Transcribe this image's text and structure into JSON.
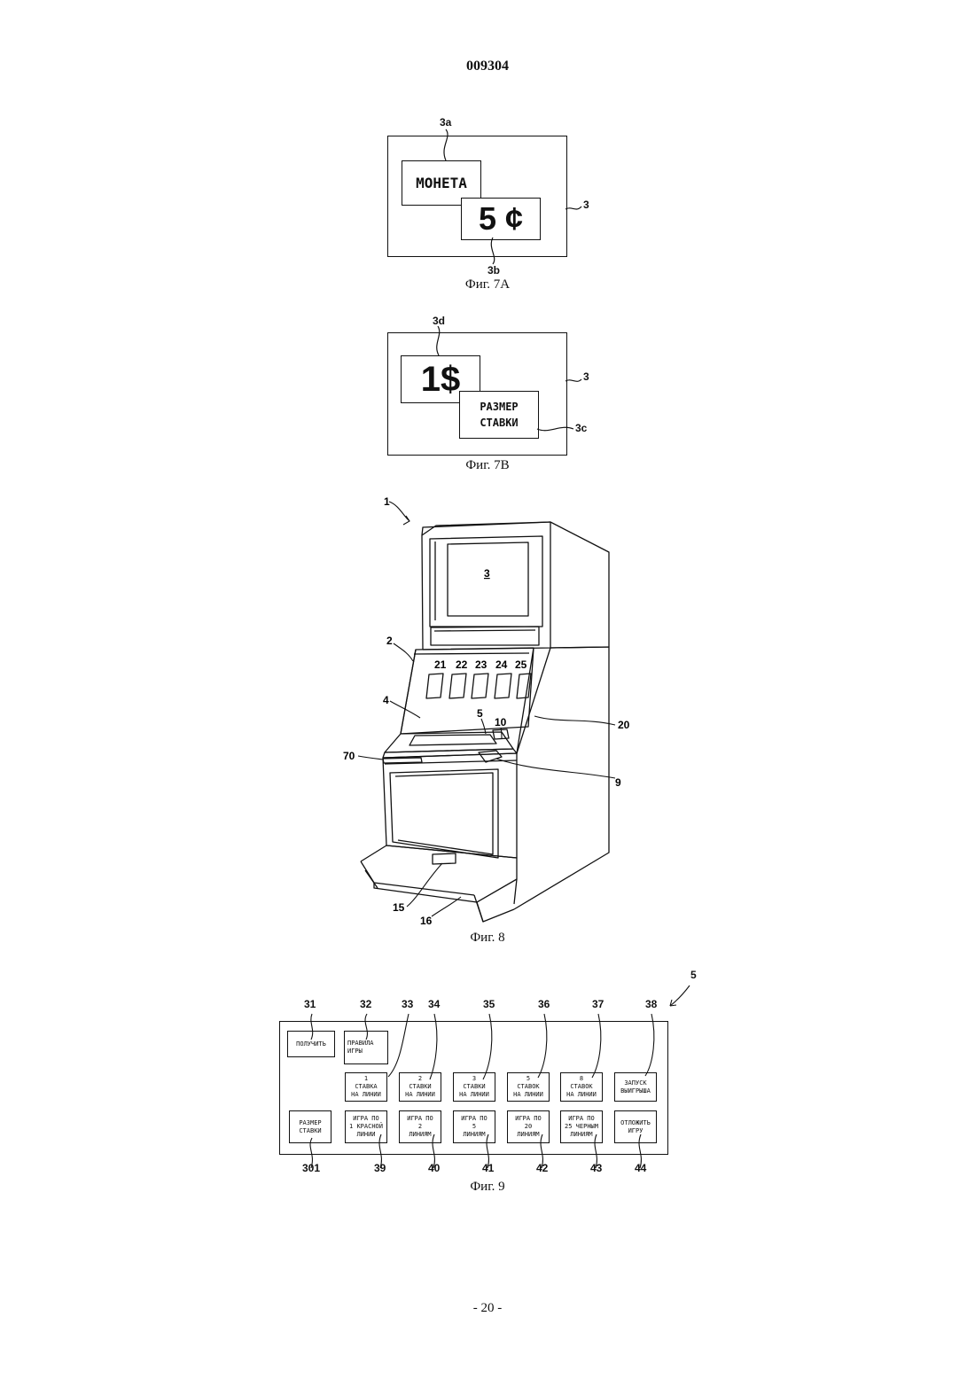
{
  "header": {
    "doc_number": "009304"
  },
  "fig7a": {
    "caption": "Фиг. 7А",
    "coin_label": "МОНЕТА",
    "coin_value": "5 ¢",
    "ref_3a": "3a",
    "ref_3b": "3b",
    "ref_3": "3"
  },
  "fig7b": {
    "caption": "Фиг. 7В",
    "bet_value": "1$",
    "bet_label_line1": "РАЗМЕР",
    "bet_label_line2": "СТАВКИ",
    "ref_3d": "3d",
    "ref_3": "3",
    "ref_3c": "3c"
  },
  "fig8": {
    "caption": "Фиг. 8",
    "refs": [
      "1",
      "2",
      "3",
      "4",
      "5",
      "10",
      "20",
      "70",
      "9",
      "15",
      "16",
      "21",
      "22",
      "23",
      "24",
      "25"
    ]
  },
  "fig9": {
    "caption": "Фиг. 9",
    "panel_ref": "5",
    "top_refs": [
      "31",
      "32",
      "33",
      "34",
      "35",
      "36",
      "37",
      "38"
    ],
    "bottom_refs": [
      "301",
      "39",
      "40",
      "41",
      "42",
      "43",
      "44"
    ],
    "buttons": {
      "collect": "ПОЛУЧИТЬ",
      "rules": "ПРАВИЛА\nИГРЫ",
      "bet1": "1\nСТАВКА\nНА ЛИНИИ",
      "bet2": "2\nСТАВКИ\nНА ЛИНИИ",
      "bet3": "3\nСТАВКИ\nНА ЛИНИИ",
      "bet5": "5\nСТАВОК\nНА ЛИНИИ",
      "bet8": "8\nСТАВОК\nНА ЛИНИИ",
      "start": "ЗАПУСК\nВЫИГРЫША",
      "bet_size": "РАЗМЕР\nСТАВКИ",
      "play1": "ИГРА ПО\n1 КРАСНОЙ\nЛИНИИ",
      "play2": "ИГРА ПО\n2\nЛИНИЯМ",
      "play5": "ИГРА ПО\n5\nЛИНИЯМ",
      "play20": "ИГРА ПО\n20\nЛИНИЯМ",
      "play25": "ИГРА ПО\n25 ЧЕРНЫМ\nЛИНИЯМ",
      "defer": "ОТЛОЖИТЬ\nИГРУ"
    }
  },
  "footer": {
    "page_number": "- 20 -"
  }
}
